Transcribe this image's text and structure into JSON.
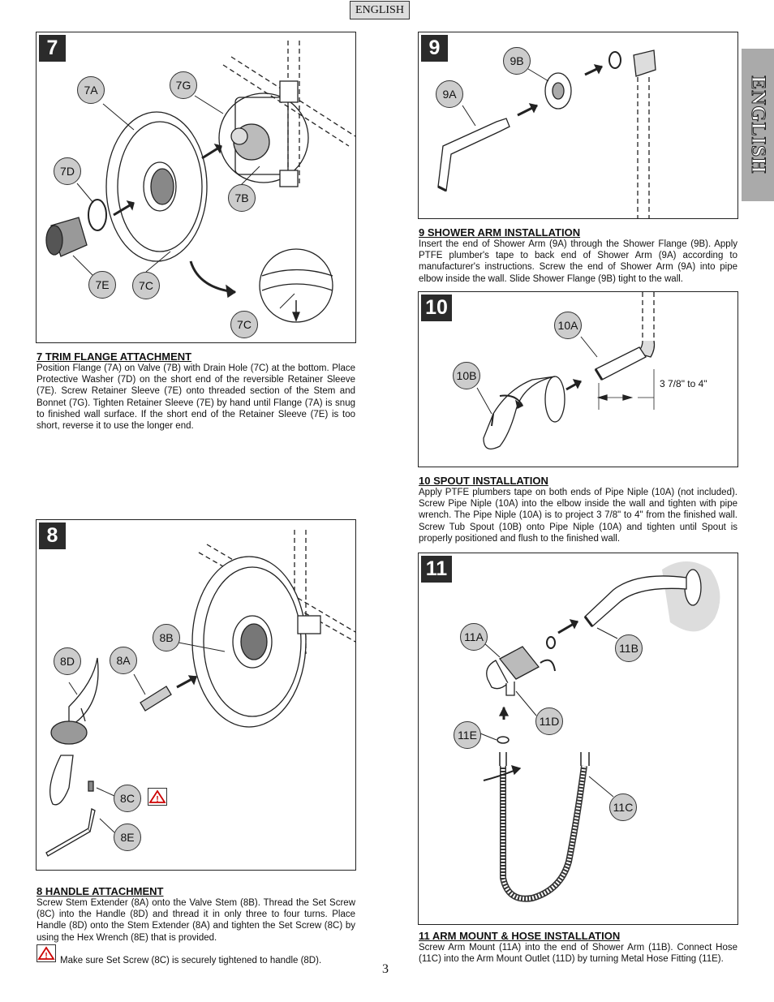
{
  "header": {
    "language_tag": "ENGLISH",
    "side_tab": "ENGLISH"
  },
  "panel7": {
    "number": "7",
    "callouts": {
      "a": "7A",
      "g": "7G",
      "d": "7D",
      "b": "7B",
      "e": "7E",
      "c1": "7C",
      "c2": "7C"
    },
    "title": "7   TRIM FLANGE ATTACHMENT",
    "body": "Position Flange (7A) on Valve (7B) with Drain Hole (7C) at the bottom.  Place Protective Washer (7D) on the short end of the reversible Retainer Sleeve (7E). Screw Retainer Sleeve (7E) onto threaded section of the Stem and Bonnet (7G). Tighten Retainer Sleeve (7E) by hand until Flange (7A) is snug to finished wall surface.  If the short end of the Retainer Sleeve (7E) is too short, reverse it to use the longer end."
  },
  "panel8": {
    "number": "8",
    "callouts": {
      "b": "8B",
      "d": "8D",
      "a": "8A",
      "c": "8C",
      "e": "8E"
    },
    "title": "8   HANDLE ATTACHMENT",
    "body": "Screw Stem Extender (8A) onto the Valve Stem (8B).  Thread the Set Screw (8C) into the Handle (8D) and thread it in only three to four turns.  Place Handle (8D) onto the Stem Extender (8A) and tighten the Set Screw (8C) by using the Hex Wrench (8E) that is provided.",
    "warning": "Make sure Set Screw (8C) is securely tightened to handle (8D).",
    "warning_icon": "warning-triangle-icon"
  },
  "panel9": {
    "number": "9",
    "callouts": {
      "b": "9B",
      "a": "9A"
    },
    "title": "9   SHOWER ARM INSTALLATION",
    "body": "Insert the  end of Shower Arm (9A) through the Shower Flange (9B). Apply PTFE plumber's tape to back end of Shower Arm (9A) according to manufacturer's instructions.  Screw the end of Shower Arm (9A) into pipe elbow inside the wall. Slide Shower Flange (9B) tight to the wall."
  },
  "panel10": {
    "number": "10",
    "callouts": {
      "a": "10A",
      "b": "10B"
    },
    "dimension": "3 7/8\" to 4\"",
    "title": "10    SPOUT INSTALLATION",
    "body": "Apply PTFE plumbers tape on both ends of Pipe Niple (10A) (not included). Screw Pipe Niple (10A) into the elbow inside the wall and tighten with pipe wrench.  The Pipe Niple (10A) is to project 3 7/8\" to 4\" from the finished wall. Screw Tub Spout (10B) onto Pipe Niple (10A) and tighten until Spout is properly positioned and flush to the finished wall."
  },
  "panel11": {
    "number": "11",
    "callouts": {
      "a": "11A",
      "b": "11B",
      "d": "11D",
      "e": "11E",
      "c": "11C"
    },
    "title": "11   ARM MOUNT & HOSE INSTALLATION",
    "body": "Screw Arm Mount (11A) into the end of Shower Arm (11B).  Connect Hose (11C) into the Arm Mount Outlet (11D) by turning Metal Hose Fitting (11E)."
  },
  "footer": {
    "page_number": "3"
  }
}
